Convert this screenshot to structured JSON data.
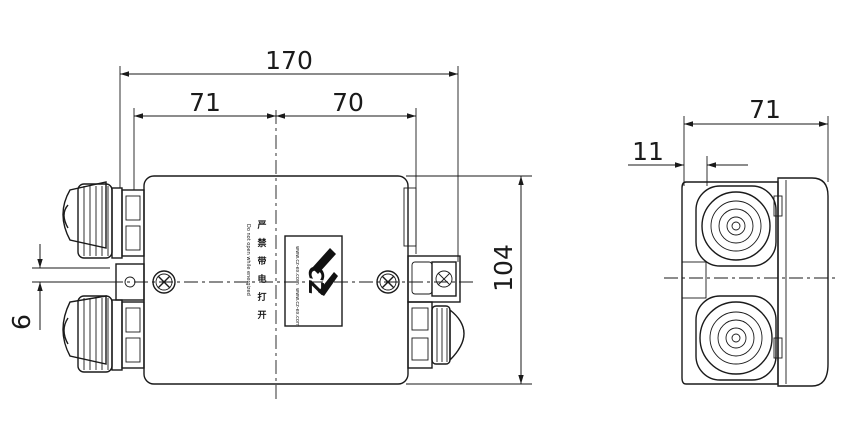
{
  "dimensions": {
    "overall_length": "170",
    "left_half": "71",
    "right_half": "70",
    "height": "104",
    "gland_offset": "6",
    "side_depth": "71",
    "side_offset": "11"
  },
  "label": {
    "warning_cn": [
      "严",
      "禁",
      "带",
      "电",
      "打",
      "开"
    ],
    "warning_en": "Do not open while energized",
    "website": "www.cz-ex.com",
    "logo_text": "CZ"
  },
  "icons": {
    "screw": "screw-head-icon",
    "logo": "cz-logo-icon"
  }
}
